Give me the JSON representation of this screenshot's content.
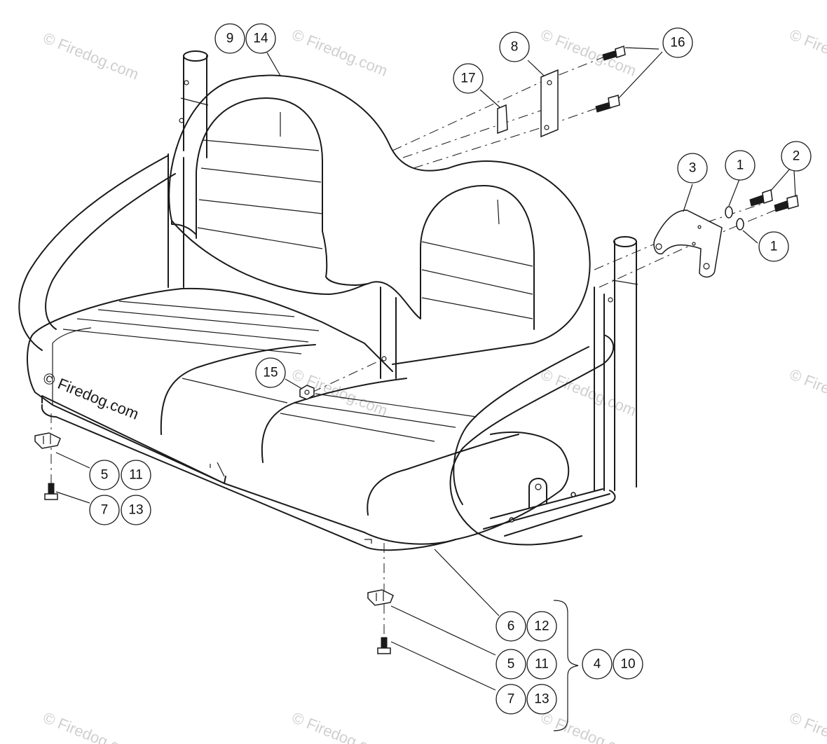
{
  "watermark": {
    "text": "© Firedog.com"
  },
  "callouts": {
    "c1a": "1",
    "c1b": "1",
    "c2": "2",
    "c3": "3",
    "c4": "4",
    "c5a": "5",
    "c5b": "5",
    "c6": "6",
    "c7a": "7",
    "c7b": "7",
    "c8": "8",
    "c9": "9",
    "c10": "10",
    "c11a": "11",
    "c11b": "11",
    "c12": "12",
    "c13a": "13",
    "c13b": "13",
    "c14": "14",
    "c15": "15",
    "c16": "16",
    "c17": "17"
  }
}
